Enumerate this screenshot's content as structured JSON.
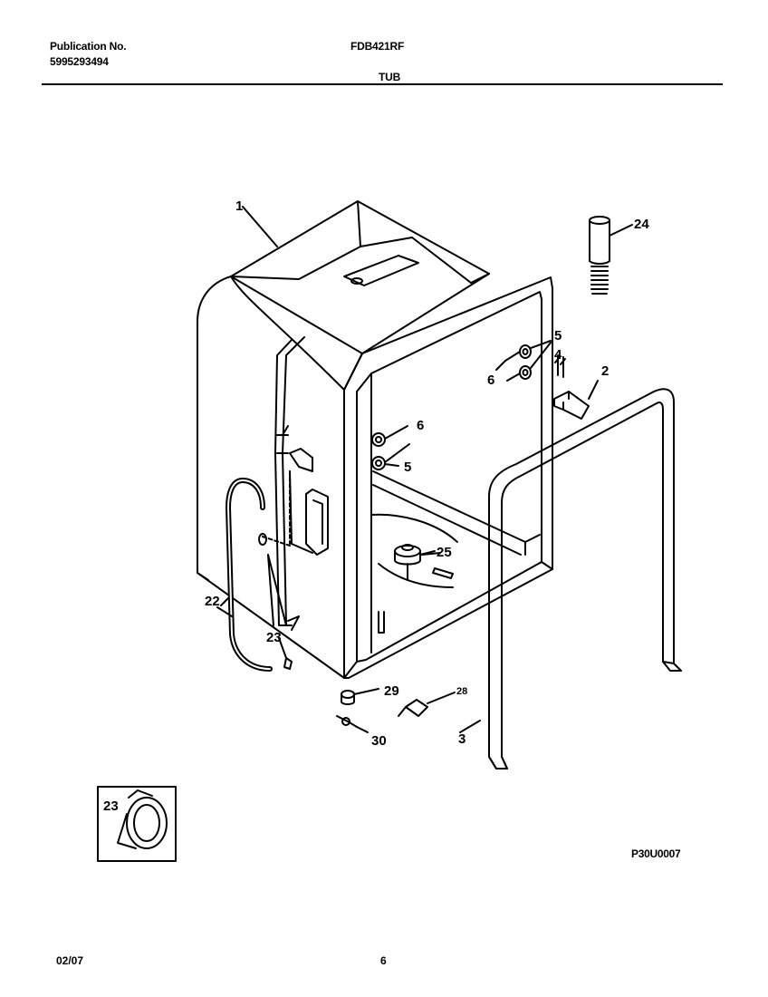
{
  "header": {
    "publication_label": "Publication No.",
    "publication_number": "5995293494",
    "model": "FDB421RF",
    "section_title": "TUB"
  },
  "callouts": {
    "tub": "1",
    "hinge": "2",
    "door_gasket": "3",
    "screw": "4",
    "nut_upper": "5",
    "nut_lower": "5",
    "washer_upper": "6",
    "washer_lower": "6",
    "drain_hose": "22",
    "clamp": "23",
    "spring": "24",
    "float": "25",
    "switch": "28",
    "cap": "29",
    "fitting": "30",
    "inset_clamp": "23"
  },
  "footer": {
    "drawing_id": "P30U0007",
    "date": "02/07",
    "page": "6"
  }
}
